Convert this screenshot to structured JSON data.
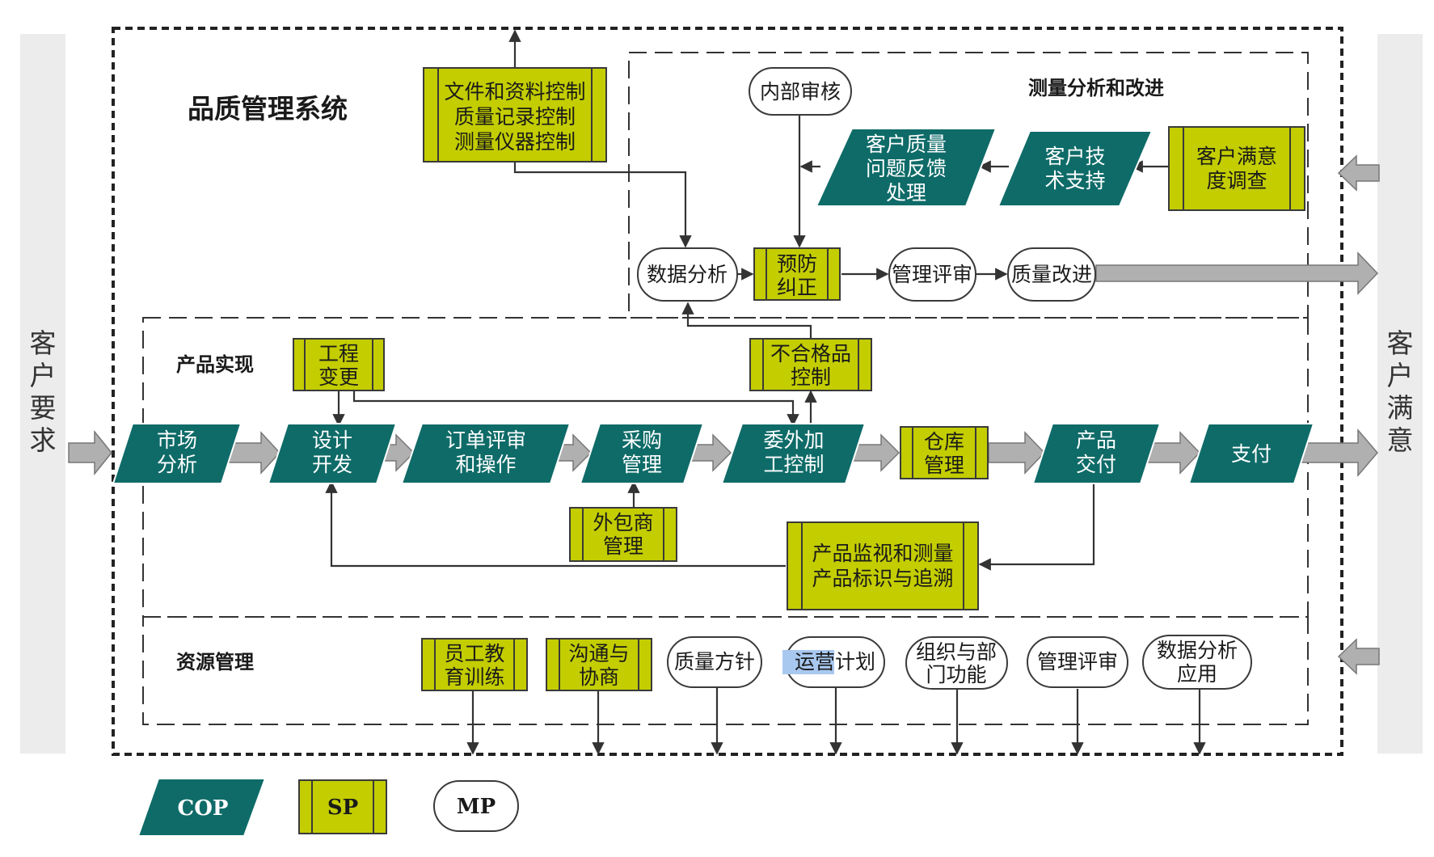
{
  "title": "品质管理系统",
  "side_left": "客户要求",
  "side_right": "客户满意",
  "sections": {
    "measure": "测量分析和改进",
    "product": "产品实现",
    "resource": "资源管理"
  },
  "nodes": {
    "doc_control": [
      "文件和资料控制",
      "质量记录控制",
      "测量仪器控制"
    ],
    "internal_audit": [
      "内部审核"
    ],
    "customer_feedback": [
      "客户质量",
      "问题反馈",
      "处理"
    ],
    "customer_support": [
      "客户技",
      "术支持"
    ],
    "customer_survey": [
      "客户满意",
      "度调查"
    ],
    "data_analysis": [
      "数据分析"
    ],
    "prevent_correct": [
      "预防",
      "纠正"
    ],
    "mgmt_review_top": [
      "管理评审"
    ],
    "quality_improve": [
      "质量改进"
    ],
    "eng_change": [
      "工程",
      "变更"
    ],
    "nonconform": [
      "不合格品",
      "控制"
    ],
    "market": [
      "市场",
      "分析"
    ],
    "design": [
      "设计",
      "开发"
    ],
    "order": [
      "订单评审",
      "和操作"
    ],
    "purchase": [
      "采购",
      "管理"
    ],
    "outsource": [
      "委外加",
      "工控制"
    ],
    "warehouse": [
      "仓库",
      "管理"
    ],
    "delivery": [
      "产品",
      "交付"
    ],
    "payment": [
      "支付"
    ],
    "subcontractor": [
      "外包商",
      "管理"
    ],
    "monitor": [
      "产品监视和测量",
      "产品标识与追溯"
    ],
    "training": [
      "员工教",
      "育训练"
    ],
    "negotiation": [
      "沟通与",
      "协商"
    ],
    "policy": [
      "质量方针"
    ],
    "plan": [
      "运营计划"
    ],
    "org": [
      "组织与部",
      "门功能"
    ],
    "mgmt_review_bottom": [
      "管理评审"
    ],
    "data_app": [
      "数据分析",
      "应用"
    ]
  },
  "legend": {
    "cop": "COP",
    "sp": "SP",
    "mp": "MP"
  },
  "colors": {
    "cop": "#0e6b68",
    "sp": "#c3cd00",
    "side_band": "#ececec"
  }
}
